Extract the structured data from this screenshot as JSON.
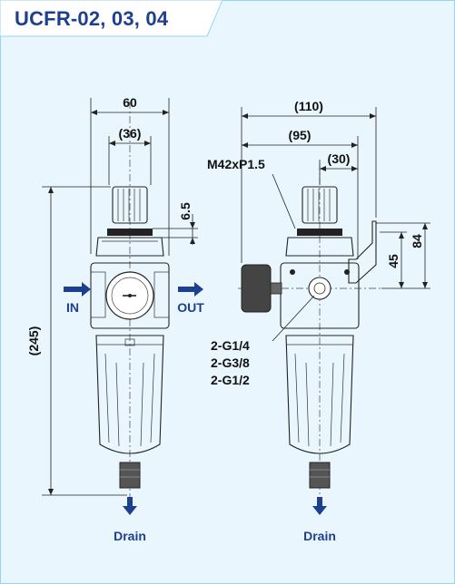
{
  "title": "UCFR-02, 03, 04",
  "colors": {
    "accent": "#1d3f8f",
    "frame_bg": "#eaf6fd",
    "frame_border": "#9ad3ef",
    "title_tab": "#ffffff"
  },
  "front_view": {
    "width_overall": "60",
    "width_bowl": "(36)",
    "height_overall": "(245)",
    "knob_offset": "6.5",
    "inlet": "IN",
    "outlet": "OUT",
    "drain": "Drain"
  },
  "side_view": {
    "depth_overall": "(110)",
    "depth_gauge": "(95)",
    "depth_bracket": "(30)",
    "thread": "M42xP1.5",
    "height_port": "45",
    "height_bracket": "84",
    "ports": [
      "2-G1/4",
      "2-G3/8",
      "2-G1/2"
    ],
    "drain": "Drain"
  },
  "icons": {
    "arrow_in": "arrow-right-icon",
    "arrow_out": "arrow-right-icon",
    "arrow_drain": "arrow-down-icon"
  }
}
